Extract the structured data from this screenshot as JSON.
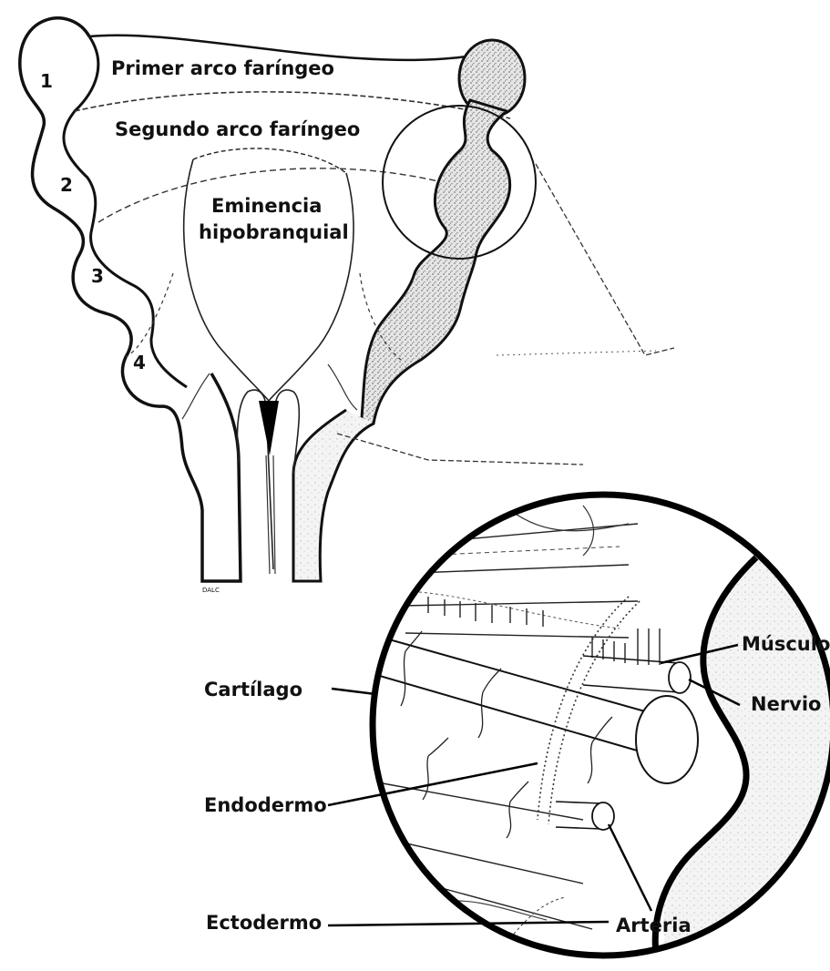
{
  "figure": {
    "upper_labels": {
      "arch_1": "Primer arco faríngeo",
      "arch_2": "Segundo arco faríngeo",
      "eminence_line1": "Eminencia",
      "eminence_line2": "hipobranquial"
    },
    "arch_numbers": [
      "1",
      "2",
      "3",
      "4"
    ],
    "signature": "DALC",
    "detail_labels": {
      "cartilage": "Cartílago",
      "endoderm": "Endodermo",
      "ectoderm": "Ectodermo",
      "muscle": "Músculo",
      "nerve": "Nervio",
      "artery": "Arteria"
    },
    "colors": {
      "line": "#111111",
      "stipple": "#9a9a9a",
      "lumen": "#000000",
      "background": "#ffffff"
    }
  }
}
